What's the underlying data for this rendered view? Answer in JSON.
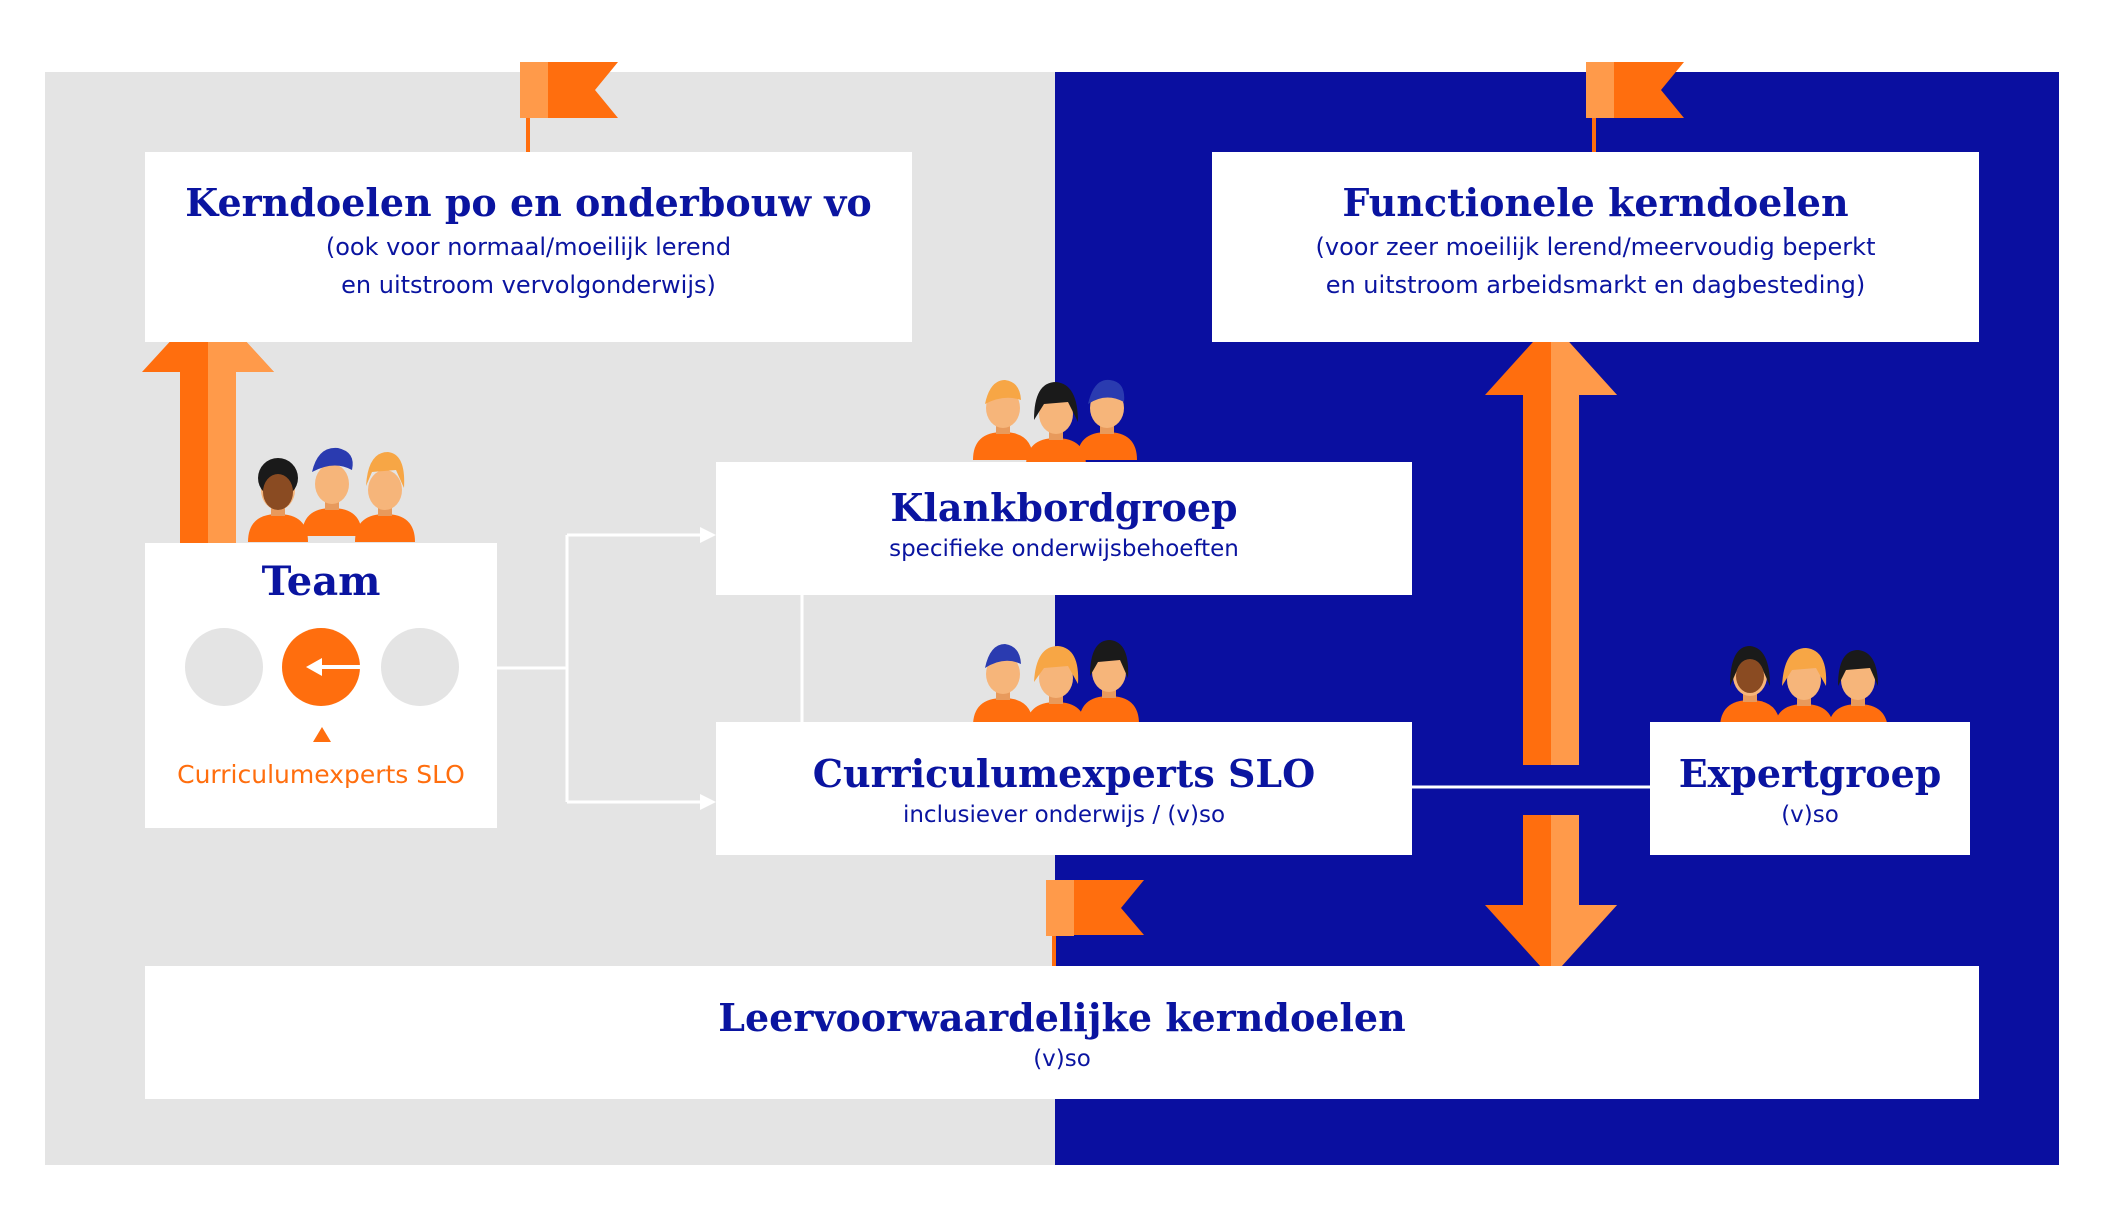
{
  "colors": {
    "grey_bg": "#e4e4e4",
    "navy_bg": "#0a0fa0",
    "orange": "#ff6e0e",
    "orange_light": "#ff9a4a",
    "text_navy": "#0a14a0",
    "circle_grey": "#e4e4e4"
  },
  "boxes": {
    "kerndoelen_po": {
      "title": "Kerndoelen po en onderbouw vo",
      "line1": "(ook voor normaal/moeilijk lerend",
      "line2": "en uitstroom vervolgonderwijs)"
    },
    "functionele": {
      "title": "Functionele kerndoelen",
      "line1": "(voor zeer moeilijk lerend/meervoudig beperkt",
      "line2": "en uitstroom arbeidsmarkt en dagbesteding)"
    },
    "team": {
      "title": "Team",
      "caption": "Curriculumexperts SLO"
    },
    "klankbord": {
      "title": "Klankbordgroep",
      "sub": "specifieke onderwijsbehoeften"
    },
    "curriculum": {
      "title": "Curriculumexperts SLO",
      "sub": "inclusiever onderwijs / (v)so"
    },
    "expert": {
      "title": "Expertgroep",
      "sub": "(v)so"
    },
    "leervoorwaardelijke": {
      "title": "Leervoorwaardelijke kerndoelen",
      "sub": "(v)so"
    }
  },
  "icons": [
    "flag-icon",
    "people-group-icon",
    "arrow-up-icon",
    "arrow-updown-icon",
    "arrow-down-icon",
    "circle-arrow-icon"
  ]
}
